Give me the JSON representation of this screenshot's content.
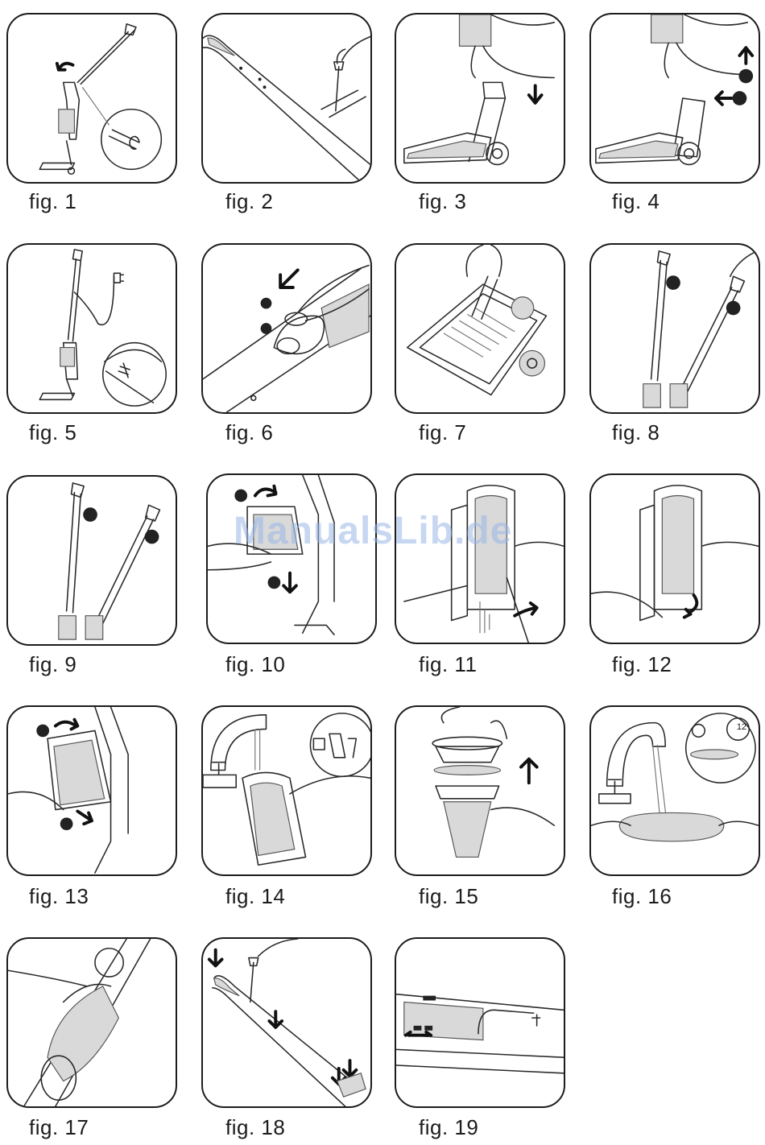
{
  "figures": [
    {
      "label": "fig. 1"
    },
    {
      "label": "fig. 2"
    },
    {
      "label": "fig. 3"
    },
    {
      "label": "fig. 4"
    },
    {
      "label": "fig. 5"
    },
    {
      "label": "fig. 6"
    },
    {
      "label": "fig. 7"
    },
    {
      "label": "fig. 8"
    },
    {
      "label": "fig. 9"
    },
    {
      "label": "fig. 10"
    },
    {
      "label": "fig. 11"
    },
    {
      "label": "fig. 12"
    },
    {
      "label": "fig. 13"
    },
    {
      "label": "fig. 14"
    },
    {
      "label": "fig. 15"
    },
    {
      "label": "fig. 16"
    },
    {
      "label": "fig. 17"
    },
    {
      "label": "fig. 18"
    },
    {
      "label": "fig. 19"
    }
  ],
  "timer_value": "12",
  "watermark": "ManualsLib.de"
}
